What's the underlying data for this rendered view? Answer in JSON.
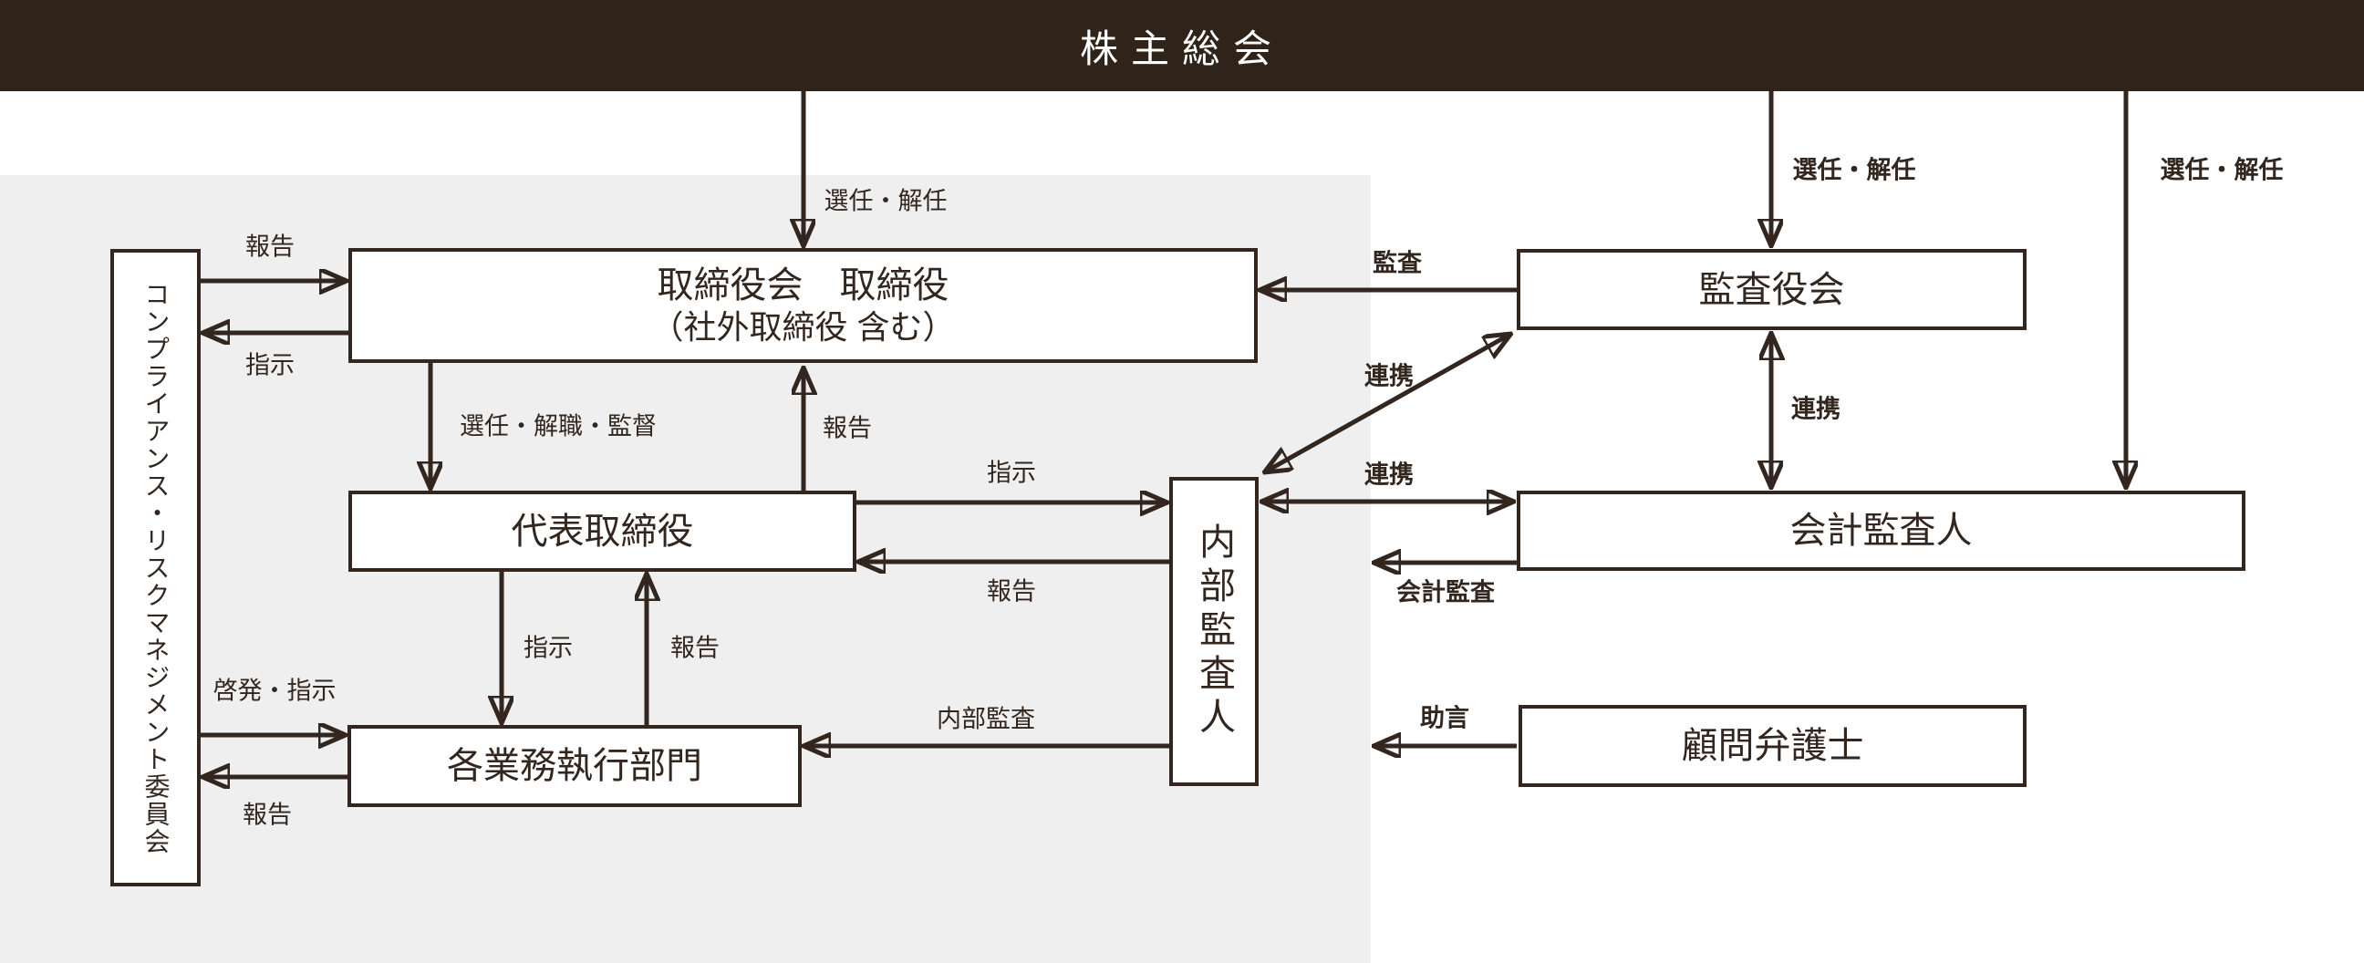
{
  "banner": {
    "title": "株主総会"
  },
  "colors": {
    "banner_bg": "#2f231a",
    "panel_bg": "#efefef",
    "line": "#32261e",
    "box_bg": "#ffffff",
    "banner_text": "#ffffff"
  },
  "boxes": {
    "committee": {
      "label": "コンプライアンス・リスクマネジメント委員会"
    },
    "board": {
      "line1": "取締役会　取締役",
      "line2": "（社外取締役 含む）"
    },
    "representative": {
      "label": "代表取締役"
    },
    "departments": {
      "label": "各業務執行部門"
    },
    "internal_auditor": {
      "label": "内部監査人"
    },
    "audit_board": {
      "label": "監査役会"
    },
    "accounting_auditor": {
      "label": "会計監査人"
    },
    "lawyer": {
      "label": "顧問弁護士"
    }
  },
  "labels": {
    "appoint_dismiss_board": "選任・解任",
    "appoint_dismiss_audit_board": "選任・解任",
    "appoint_dismiss_accounting": "選任・解任",
    "report_committee_top": "報告",
    "instruct_committee": "指示",
    "appoint_discharge_supervise": "選任・解職・監督",
    "report_to_board": "報告",
    "instruct_internal_auditor": "指示",
    "report_from_internal_auditor": "報告",
    "instruct_departments": "指示",
    "report_departments": "報告",
    "enlighten_instruct": "啓発・指示",
    "report_committee_bottom": "報告",
    "internal_audit": "内部監査",
    "audit": "監査",
    "cooperation_diagonal": "連携",
    "cooperation_vertical": "連携",
    "cooperation_horizontal": "連携",
    "accounting_audit": "会計監査",
    "advice": "助言"
  }
}
